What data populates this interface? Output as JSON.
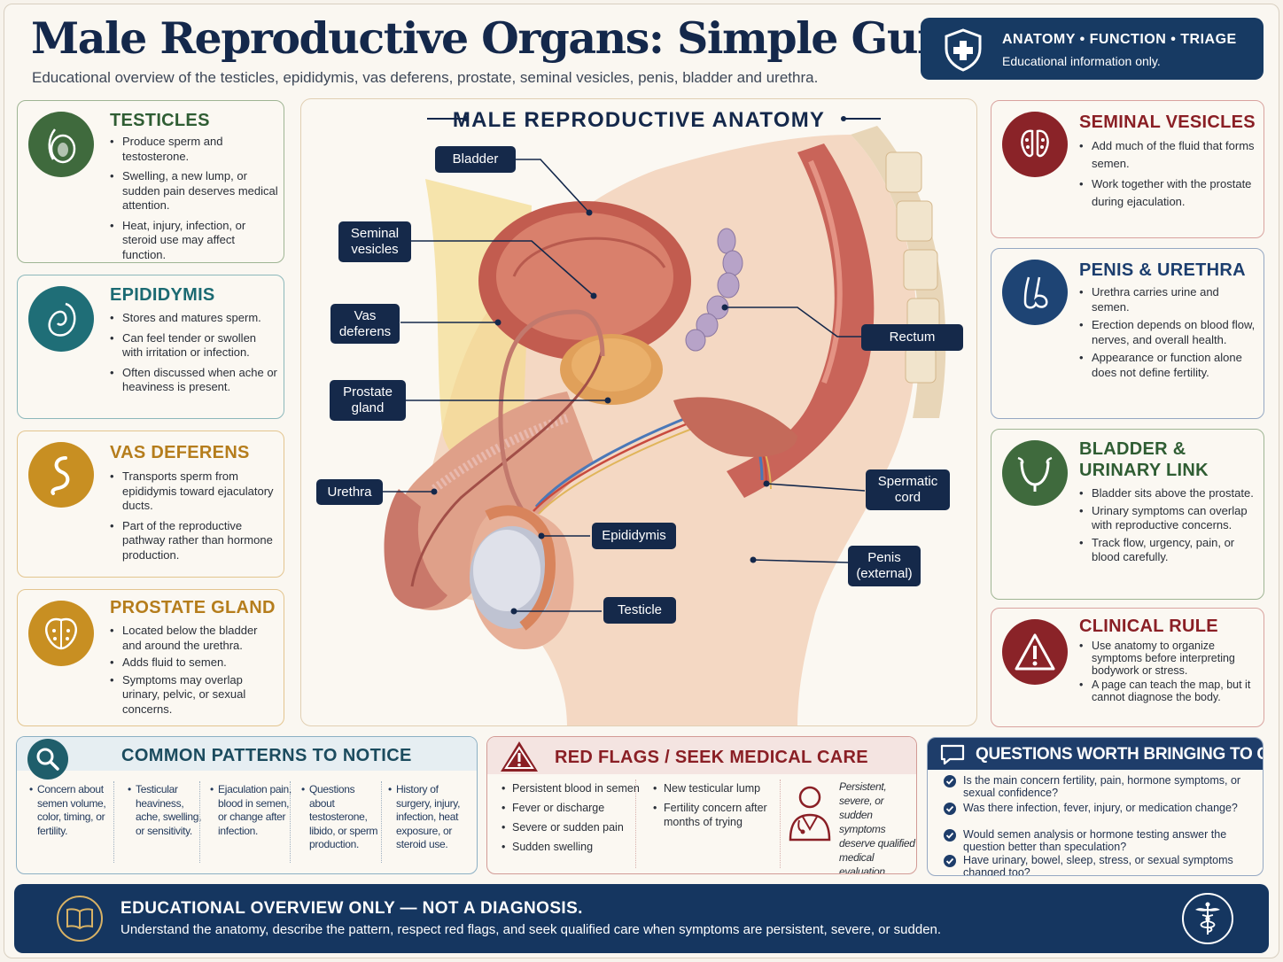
{
  "header": {
    "title": "Male Reproductive Organs: Simple Guide",
    "subtitle": "Educational overview of the testicles, epididymis, vas deferens, prostate, seminal vesicles, penis, bladder and urethra.",
    "badge_line1": "ANATOMY • FUNCTION • TRIAGE",
    "badge_line2": "Educational information only."
  },
  "left_cards": [
    {
      "title": "TESTICLES",
      "icon": "testicle-icon",
      "bullets": [
        "Produce sperm and testosterone.",
        "Swelling, a new lump, or sudden pain deserves medical attention.",
        "Heat, injury, infection, or steroid use may affect function."
      ]
    },
    {
      "title": "EPIDIDYMIS",
      "icon": "epididymis-icon",
      "bullets": [
        "Stores and matures sperm.",
        "Can feel tender or swollen with irritation or infection.",
        "Often discussed when ache or heaviness is present."
      ]
    },
    {
      "title": "VAS DEFERENS",
      "icon": "vas-deferens-icon",
      "bullets": [
        "Transports sperm from epididymis toward ejaculatory ducts.",
        "Part of the reproductive pathway rather than hormone production."
      ]
    },
    {
      "title": "PROSTATE GLAND",
      "icon": "prostate-icon",
      "bullets": [
        "Located below the bladder and around the urethra.",
        "Adds fluid to semen.",
        "Symptoms may overlap urinary, pelvic, or sexual concerns."
      ]
    }
  ],
  "right_cards": [
    {
      "title": "SEMINAL VESICLES",
      "icon": "seminal-vesicles-icon",
      "bullets": [
        "Add much of the fluid that forms semen.",
        "Work together with the prostate during ejaculation."
      ]
    },
    {
      "title": "PENIS & URETHRA",
      "icon": "penis-icon",
      "bullets": [
        "Urethra carries urine and semen.",
        "Erection depends on blood flow, nerves, and overall health.",
        "Appearance or function alone does not define fertility."
      ]
    },
    {
      "title_line1": "BLADDER &",
      "title_line2": "URINARY LINK",
      "icon": "bladder-icon",
      "bullets": [
        "Bladder sits above the prostate.",
        "Urinary symptoms can overlap with reproductive concerns.",
        "Track flow, urgency, pain, or blood carefully."
      ]
    },
    {
      "title": "CLINICAL RULE",
      "icon": "warning-icon",
      "bullets": [
        "Use anatomy to organize symptoms before interpreting bodywork or stress.",
        "A page can teach the map, but it cannot diagnose the body."
      ]
    }
  ],
  "anatomy": {
    "title": "MALE REPRODUCTIVE ANATOMY",
    "labels": {
      "bladder": "Bladder",
      "seminal_vesicles": "Seminal vesicles",
      "vas_deferens": "Vas deferens",
      "prostate": "Prostate gland",
      "urethra": "Urethra",
      "rectum": "Rectum",
      "spermatic_cord": "Spermatic cord",
      "epididymis": "Epididymis",
      "penis": "Penis (external)",
      "testicle": "Testicle"
    }
  },
  "common_patterns": {
    "title": "COMMON PATTERNS TO NOTICE",
    "items": [
      "Concern about semen volume, color, timing, or fertility.",
      "Testicular heaviness, ache, swelling, or sensitivity.",
      "Ejaculation pain, blood in semen, or change after infection.",
      "Questions about testosterone, libido, or sperm production.",
      "History of surgery, injury, infection, heat exposure, or steroid use."
    ]
  },
  "red_flags": {
    "title": "RED FLAGS / SEEK MEDICAL CARE",
    "col1": [
      "Persistent blood in semen",
      "Fever or discharge",
      "Severe or sudden pain",
      "Sudden swelling"
    ],
    "col2": [
      "New testicular lump",
      "Fertility concern after months of trying"
    ],
    "note": "Persistent, severe, or sudden symptoms deserve qualified medical evaluation."
  },
  "questions": {
    "title": "QUESTIONS WORTH BRINGING TO CARE",
    "items": [
      "Is the main concern fertility, pain, hormone symptoms, or sexual confidence?",
      "Was there infection, fever, injury, or medication change?",
      "Would semen analysis or hormone testing answer the question better than speculation?",
      "Have urinary, bowel, sleep, stress, or sexual symptoms changed too?"
    ]
  },
  "footer": {
    "line1": "EDUCATIONAL OVERVIEW ONLY — NOT A DIAGNOSIS.",
    "line2": "Understand the anatomy, describe the pattern, respect red flags, and seek qualified care when symptoms are persistent, severe, or sudden."
  },
  "colors": {
    "navy": "#15294a",
    "green": "#3f6a3d",
    "teal": "#1f6e77",
    "gold": "#c88f22",
    "red": "#8a2328"
  }
}
